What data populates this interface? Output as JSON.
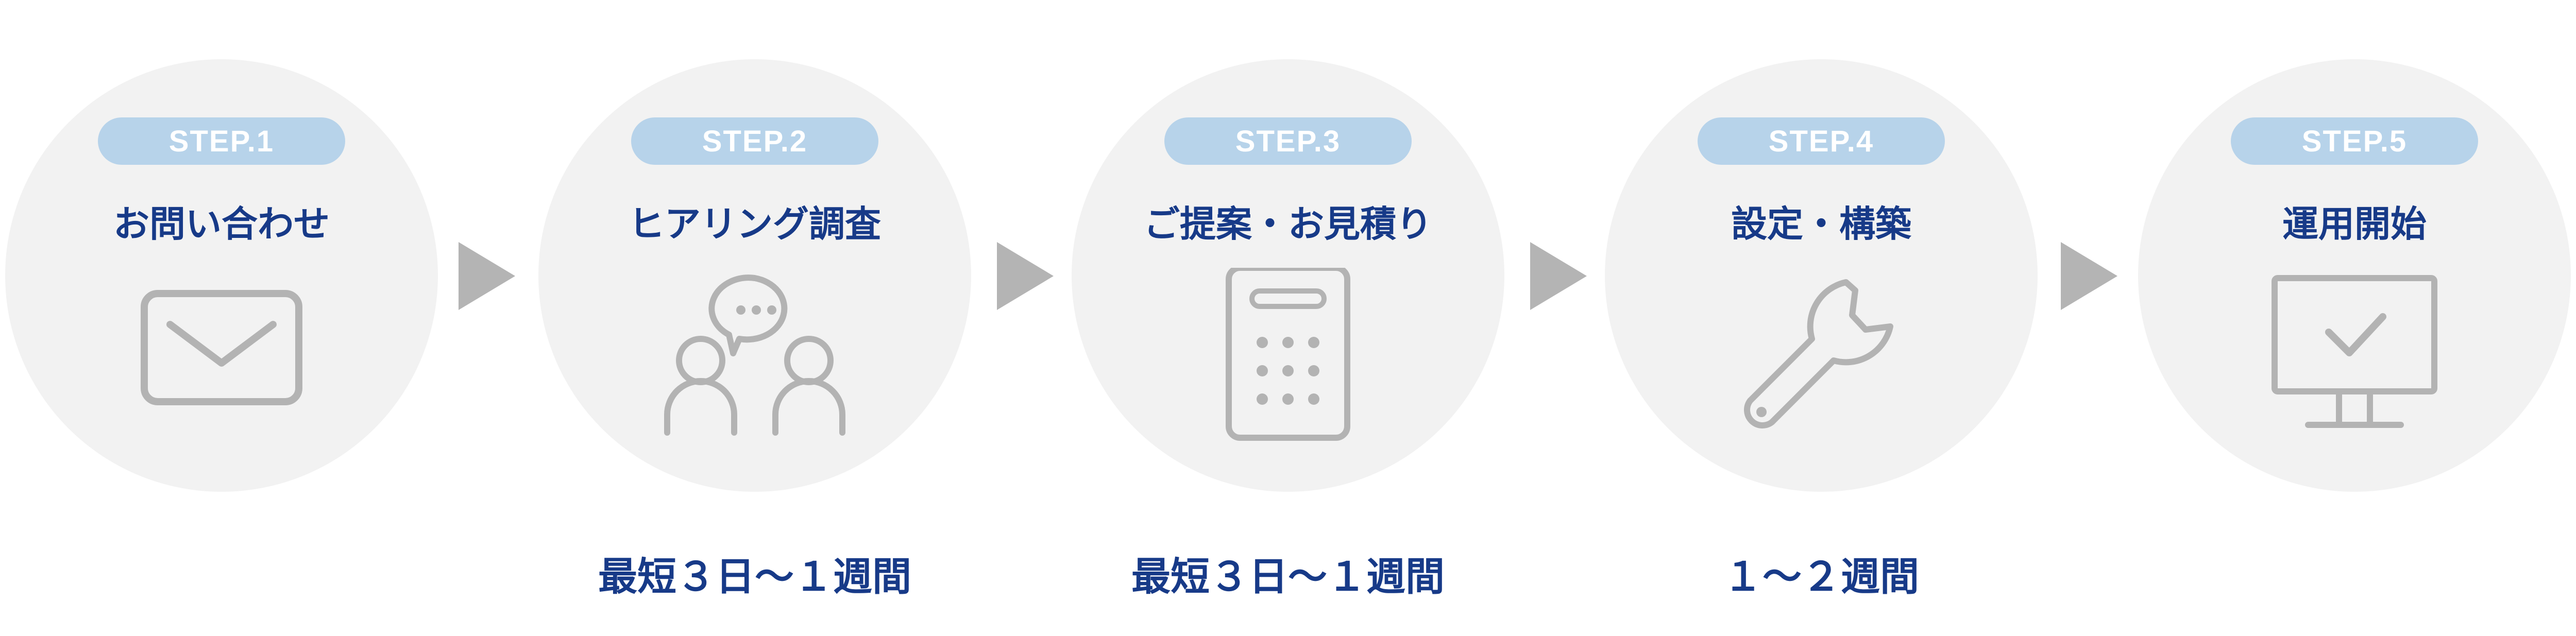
{
  "colors": {
    "circle": "#f2f2f2",
    "badge": "#b7d3ea",
    "title": "#173a88",
    "icon": "#b3b3b3",
    "arrow": "#b4b4b4"
  },
  "steps": [
    {
      "badge": "STEP.1",
      "title": "お問い合わせ",
      "icon": "mail-icon",
      "duration": ""
    },
    {
      "badge": "STEP.2",
      "title": "ヒアリング調査",
      "icon": "people-chat-icon",
      "duration": "最短３日〜１週間"
    },
    {
      "badge": "STEP.3",
      "title": "ご提案・お見積り",
      "icon": "calculator-icon",
      "duration": "最短３日〜１週間"
    },
    {
      "badge": "STEP.4",
      "title": "設定・構築",
      "icon": "wrench-icon",
      "duration": "１〜２週間"
    },
    {
      "badge": "STEP.5",
      "title": "運用開始",
      "icon": "monitor-check-icon",
      "duration": ""
    }
  ]
}
